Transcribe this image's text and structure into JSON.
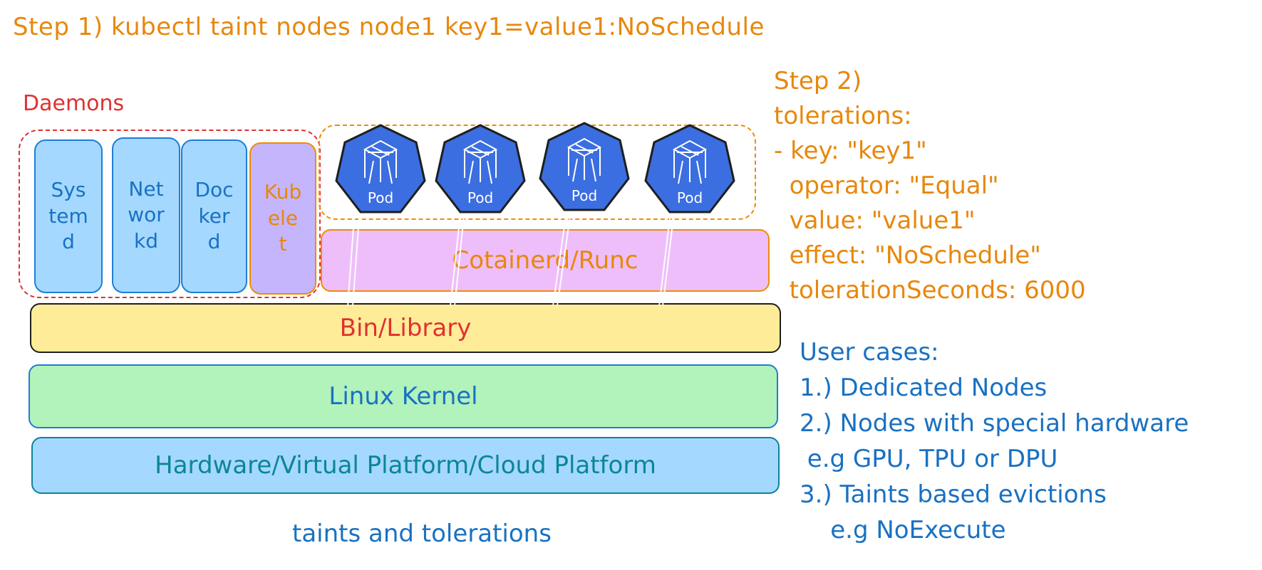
{
  "step1": "Step 1) kubectl taint nodes node1 key1=value1:NoSchedule",
  "daemons_label": "Daemons",
  "daemons": [
    "Sys\ntem\nd",
    "Net\nwor\nkd",
    "Doc\nker\nd",
    "Kub\nele\nt"
  ],
  "pods": [
    "Pod",
    "Pod",
    "Pod",
    "Pod"
  ],
  "layers": {
    "runtime": "Cotainerd/Runc",
    "bin_library": "Bin/Library",
    "kernel": "Linux Kernel",
    "hardware": "Hardware/Virtual Platform/Cloud Platform"
  },
  "caption": "taints and tolerations",
  "step2": "Step 2)\ntolerations:\n- key: \"key1\"\n  operator: \"Equal\"\n  value: \"value1\"\n  effect: \"NoSchedule\"\n  tolerationSeconds: 6000",
  "use_cases": "User cases:\n1.) Dedicated Nodes\n2.) Nodes with special hardware\n e.g GPU, TPU or DPU\n3.) Taints based evictions\n    e.g NoExecute",
  "colors": {
    "orange": "#e8870c",
    "red": "#e03131",
    "blue": "#1971c2",
    "teal": "#0c8599",
    "pod_fill": "#3b6ee0"
  },
  "icons": {
    "pod": "kubernetes-pod-heptagon-icon"
  }
}
